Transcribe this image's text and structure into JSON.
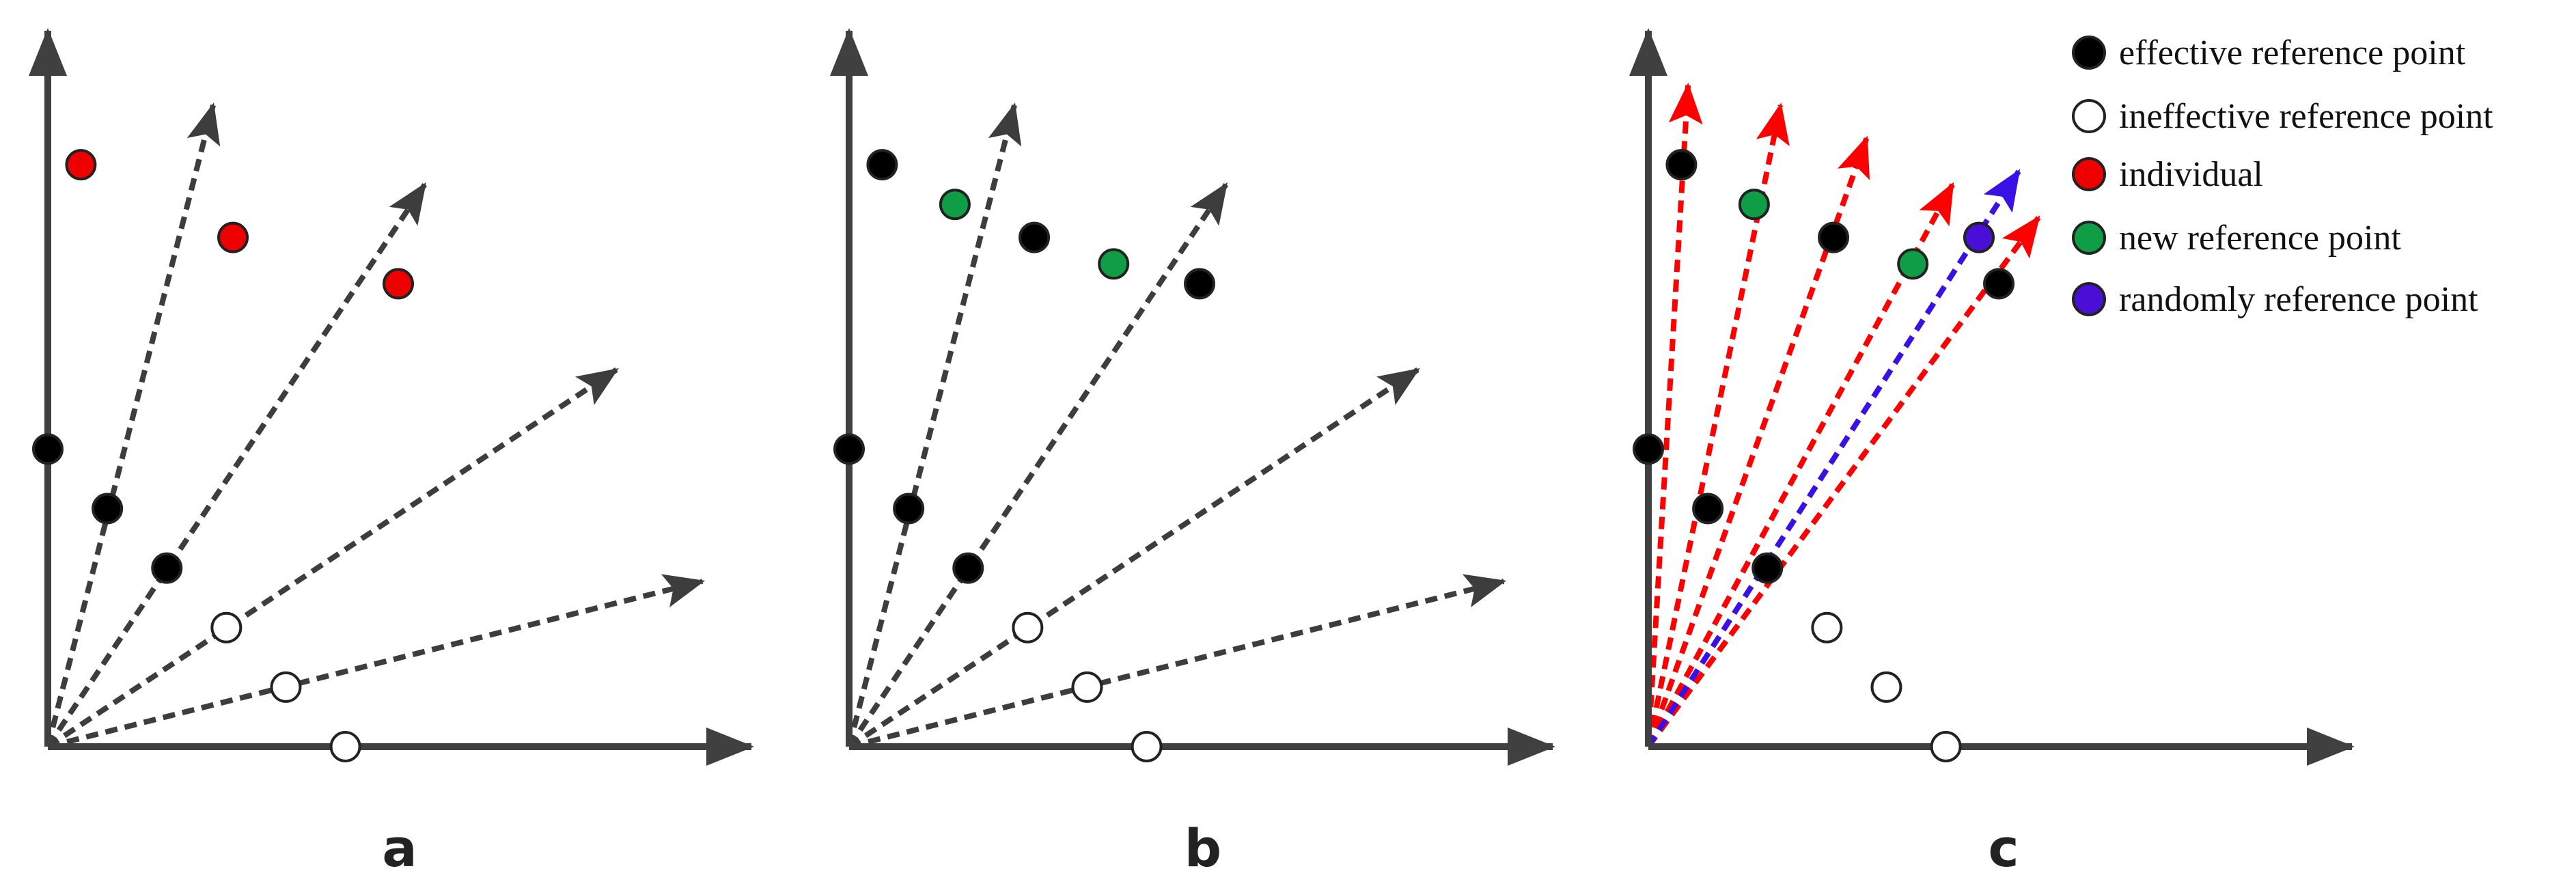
{
  "colors": {
    "axis": "#404040",
    "grey_arrow": "#3d3d3d",
    "red_arrow": "#ff0000",
    "blue_arrow": "#3a10e5",
    "effective": "#000000",
    "ineffective": "#ffffff",
    "individual": "#ee0000",
    "new_reference": "#0f9e45",
    "random_reference": "#4a0fd6"
  },
  "legend": [
    {
      "kind": "effective",
      "label": "effective reference point"
    },
    {
      "kind": "ineffective",
      "label": "ineffective reference point"
    },
    {
      "kind": "individual",
      "label": "individual"
    },
    {
      "kind": "new_reference",
      "label": "new reference point"
    },
    {
      "kind": "random_reference",
      "label": "randomly reference point"
    }
  ],
  "panels": [
    {
      "label": "a",
      "reference_points": [
        {
          "u": 0.0,
          "v": 0.45,
          "kind": "effective"
        },
        {
          "u": 0.09,
          "v": 0.36,
          "kind": "effective"
        },
        {
          "u": 0.18,
          "v": 0.27,
          "kind": "effective"
        },
        {
          "u": 0.27,
          "v": 0.18,
          "kind": "ineffective"
        },
        {
          "u": 0.36,
          "v": 0.09,
          "kind": "ineffective"
        },
        {
          "u": 0.45,
          "v": 0.0,
          "kind": "ineffective"
        }
      ],
      "extra_points": [
        {
          "u": 0.05,
          "v": 0.88,
          "kind": "individual"
        },
        {
          "u": 0.28,
          "v": 0.77,
          "kind": "individual"
        },
        {
          "u": 0.53,
          "v": 0.7,
          "kind": "individual"
        }
      ],
      "direction_arrows": [
        {
          "u": 0.25,
          "v": 0.97,
          "style": "grey"
        },
        {
          "u": 0.57,
          "v": 0.85,
          "style": "grey"
        },
        {
          "u": 0.86,
          "v": 0.57,
          "style": "grey"
        },
        {
          "u": 0.99,
          "v": 0.25,
          "style": "grey"
        }
      ]
    },
    {
      "label": "b",
      "reference_points": [
        {
          "u": 0.0,
          "v": 0.45,
          "kind": "effective"
        },
        {
          "u": 0.09,
          "v": 0.36,
          "kind": "effective"
        },
        {
          "u": 0.18,
          "v": 0.27,
          "kind": "effective"
        },
        {
          "u": 0.27,
          "v": 0.18,
          "kind": "ineffective"
        },
        {
          "u": 0.36,
          "v": 0.09,
          "kind": "ineffective"
        },
        {
          "u": 0.45,
          "v": 0.0,
          "kind": "ineffective"
        }
      ],
      "extra_points": [
        {
          "u": 0.05,
          "v": 0.88,
          "kind": "effective"
        },
        {
          "u": 0.28,
          "v": 0.77,
          "kind": "effective"
        },
        {
          "u": 0.53,
          "v": 0.7,
          "kind": "effective"
        },
        {
          "u": 0.16,
          "v": 0.82,
          "kind": "new_reference"
        },
        {
          "u": 0.4,
          "v": 0.73,
          "kind": "new_reference"
        }
      ],
      "direction_arrows": [
        {
          "u": 0.25,
          "v": 0.97,
          "style": "grey"
        },
        {
          "u": 0.57,
          "v": 0.85,
          "style": "grey"
        },
        {
          "u": 0.86,
          "v": 0.57,
          "style": "grey"
        },
        {
          "u": 0.99,
          "v": 0.25,
          "style": "grey"
        }
      ]
    },
    {
      "label": "c",
      "reference_points": [
        {
          "u": 0.0,
          "v": 0.45,
          "kind": "effective"
        },
        {
          "u": 0.09,
          "v": 0.36,
          "kind": "effective"
        },
        {
          "u": 0.18,
          "v": 0.27,
          "kind": "effective"
        },
        {
          "u": 0.27,
          "v": 0.18,
          "kind": "ineffective"
        },
        {
          "u": 0.36,
          "v": 0.09,
          "kind": "ineffective"
        },
        {
          "u": 0.45,
          "v": 0.0,
          "kind": "ineffective"
        }
      ],
      "extra_points": [
        {
          "u": 0.05,
          "v": 0.88,
          "kind": "effective"
        },
        {
          "u": 0.28,
          "v": 0.77,
          "kind": "effective"
        },
        {
          "u": 0.53,
          "v": 0.7,
          "kind": "effective"
        },
        {
          "u": 0.16,
          "v": 0.82,
          "kind": "new_reference"
        },
        {
          "u": 0.4,
          "v": 0.73,
          "kind": "new_reference"
        },
        {
          "u": 0.5,
          "v": 0.77,
          "kind": "random_reference"
        }
      ],
      "direction_arrows": [
        {
          "u": 0.06,
          "v": 1.0,
          "style": "red"
        },
        {
          "u": 0.2,
          "v": 0.97,
          "style": "red"
        },
        {
          "u": 0.33,
          "v": 0.92,
          "style": "red"
        },
        {
          "u": 0.46,
          "v": 0.85,
          "style": "red"
        },
        {
          "u": 0.59,
          "v": 0.8,
          "style": "red"
        },
        {
          "u": 0.56,
          "v": 0.87,
          "style": "blue"
        }
      ]
    }
  ]
}
